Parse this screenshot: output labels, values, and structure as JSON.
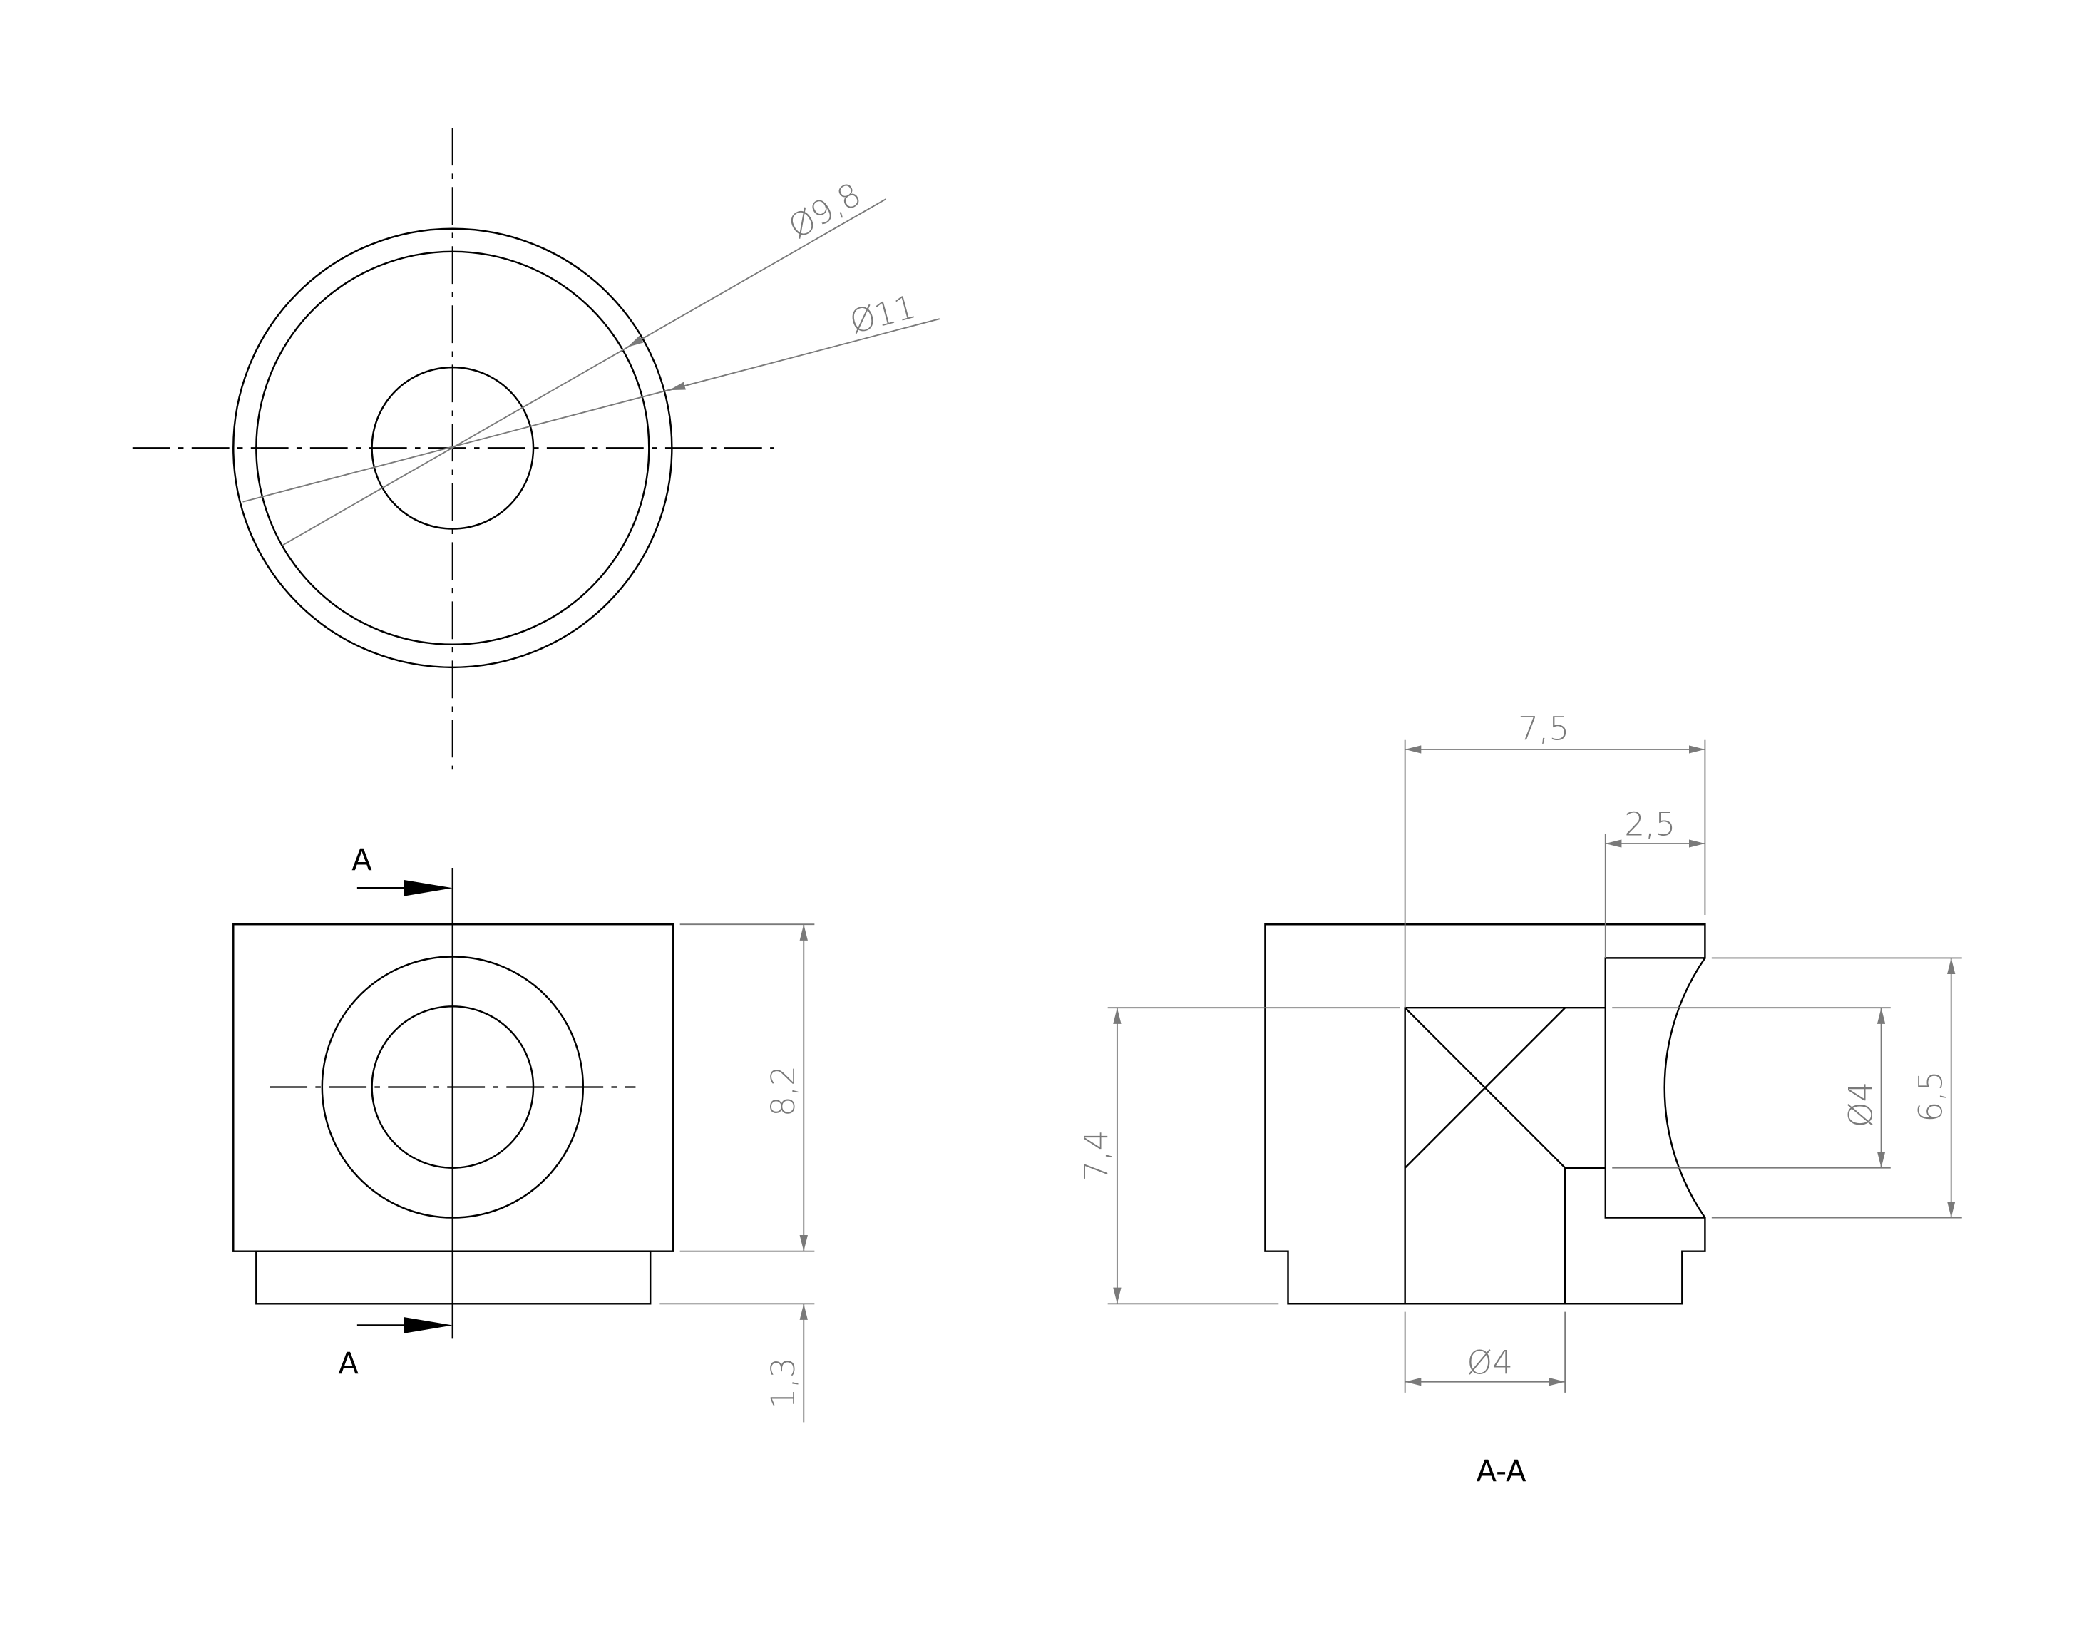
{
  "top_view": {
    "dims": {
      "outer_diameter": "Ø11",
      "inner_diameter": "Ø9,8"
    }
  },
  "front_view": {
    "section_label_top": "A",
    "section_label_bottom": "A",
    "dims": {
      "height": "8,2",
      "step": "1,3"
    }
  },
  "section_view": {
    "title": "A-A",
    "dims": {
      "width": "7,5",
      "groove_depth": "2,5",
      "groove_height": "6,5",
      "bore_height": "7,4",
      "side_hole_diameter": "Ø4",
      "bore_diameter": "Ø4"
    }
  },
  "colors": {
    "geometry": "#000000",
    "dimension": "#7a7a7a"
  }
}
